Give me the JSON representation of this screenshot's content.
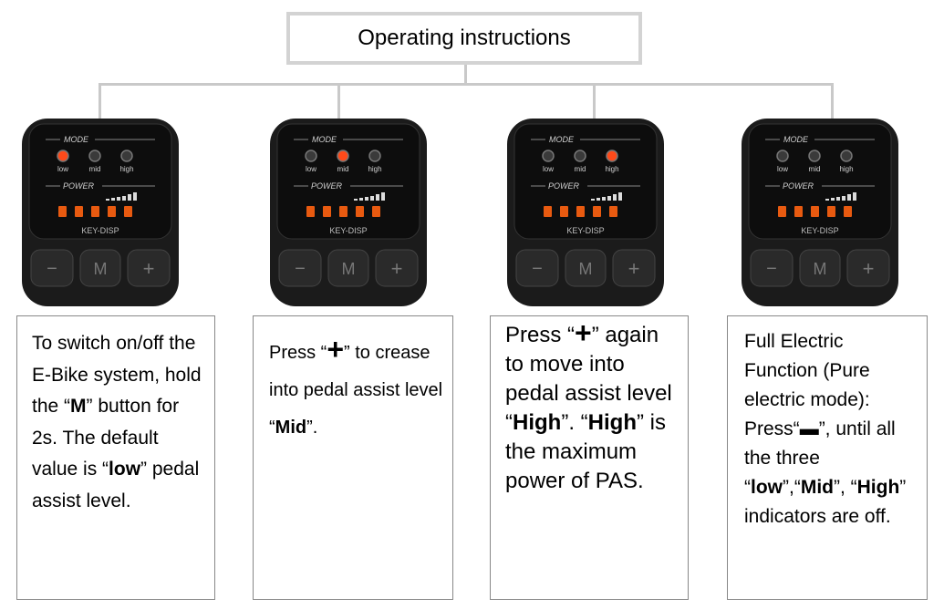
{
  "title": "Operating instructions",
  "device_labels": {
    "mode": "MODE",
    "low": "low",
    "mid": "mid",
    "high": "high",
    "power": "POWER",
    "brand": "KEY-DISP",
    "minus": "−",
    "m": "M",
    "plus": "+"
  },
  "colors": {
    "led_on": "#ff4a1a",
    "led_off": "#3a3a3a",
    "power_led": "#e85a10",
    "body": "#1b1b1b",
    "connector": "#c9c9c9"
  },
  "devices": [
    {
      "active_mode": "low"
    },
    {
      "active_mode": "mid"
    },
    {
      "active_mode": "high"
    },
    {
      "active_mode": "none"
    }
  ],
  "steps": [
    {
      "p1": "To switch on/off the E-Bike system, hold the “",
      "b1": "M",
      "p2": "” button for 2s. The default value is “",
      "b2": "low",
      "p3": "” pedal assist level."
    },
    {
      "p1": "Press “",
      "sym": "+",
      "p2": "” to crease into pedal assist level “",
      "b1": "Mid",
      "p3": "”."
    },
    {
      "p1": "Press “",
      "sym": "+",
      "p2": "” again to move into pedal assist level “",
      "b1": "High",
      "p3": "”. “",
      "b2": "High",
      "p4": "” is the maximum power of PAS."
    },
    {
      "p1": "Full Electric Function (Pure electric mode): Press“",
      "sym": "▬",
      "p2": "”, until all the three “",
      "b1": "low",
      "p3": "”,“",
      "b2": "Mid",
      "p4": "”, “",
      "b3": "High",
      "p5": "” indicators are off."
    }
  ]
}
